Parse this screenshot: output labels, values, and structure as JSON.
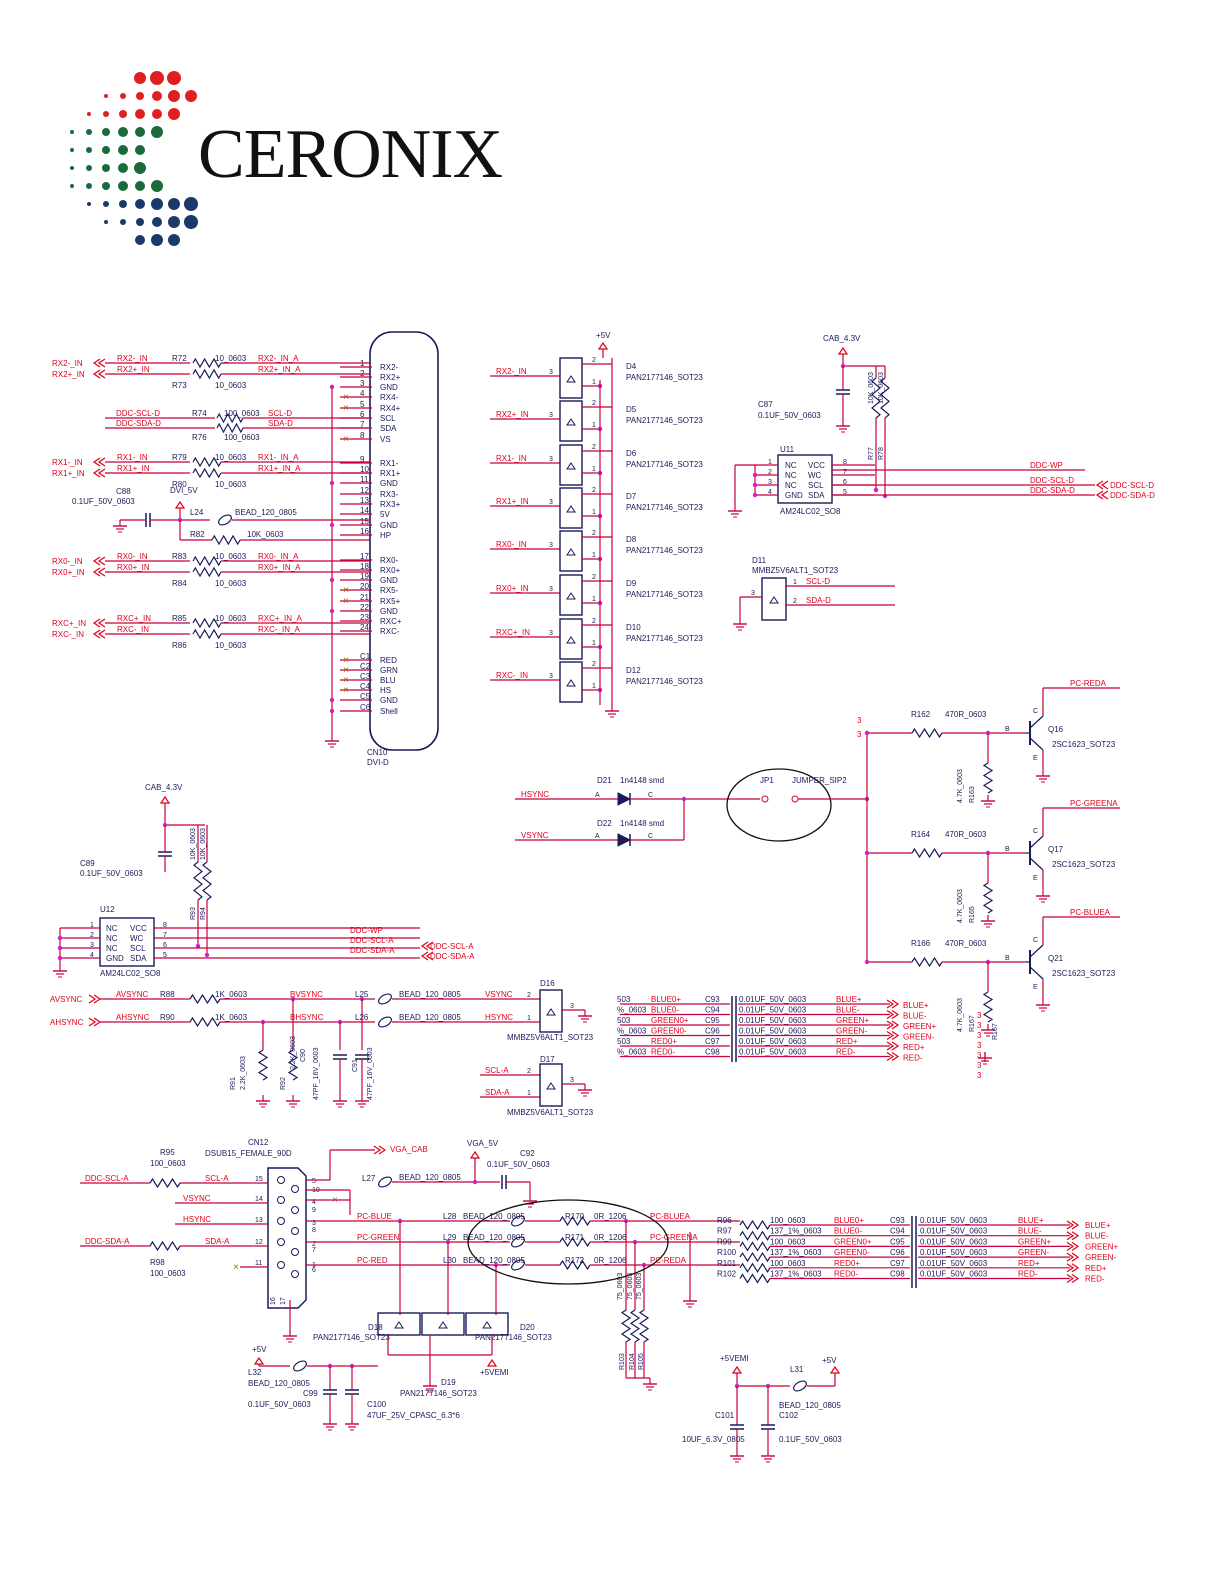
{
  "logo": {
    "brand": "CERONIX"
  },
  "dvi": {
    "ref": "CN10",
    "part": "DVI-D",
    "pins": [
      {
        "n": "1",
        "s": "RX2-"
      },
      {
        "n": "2",
        "s": "RX2+"
      },
      {
        "n": "3",
        "s": "GND"
      },
      {
        "n": "4",
        "s": "RX4-"
      },
      {
        "n": "5",
        "s": "RX4+"
      },
      {
        "n": "6",
        "s": "SCL"
      },
      {
        "n": "7",
        "s": "SDA"
      },
      {
        "n": "8",
        "s": "VS"
      },
      {
        "n": "9",
        "s": "RX1-"
      },
      {
        "n": "10",
        "s": "RX1+"
      },
      {
        "n": "11",
        "s": "GND"
      },
      {
        "n": "12",
        "s": "RX3-"
      },
      {
        "n": "13",
        "s": "RX3+"
      },
      {
        "n": "14",
        "s": "5V"
      },
      {
        "n": "15",
        "s": "GND"
      },
      {
        "n": "16",
        "s": "HP"
      },
      {
        "n": "17",
        "s": "RX0-"
      },
      {
        "n": "18",
        "s": "RX0+"
      },
      {
        "n": "19",
        "s": "GND"
      },
      {
        "n": "20",
        "s": "RX5-"
      },
      {
        "n": "21",
        "s": "RX5+"
      },
      {
        "n": "22",
        "s": "GND"
      },
      {
        "n": "23",
        "s": "RXC+"
      },
      {
        "n": "24",
        "s": "RXC-"
      },
      {
        "n": "C1",
        "s": "RED"
      },
      {
        "n": "C2",
        "s": "GRN"
      },
      {
        "n": "C3",
        "s": "BLU"
      },
      {
        "n": "C4",
        "s": "HS"
      },
      {
        "n": "C5",
        "s": "GND"
      },
      {
        "n": "C6",
        "s": "Shell"
      }
    ]
  },
  "dvi_inputs": [
    {
      "in": "RX2-_IN",
      "net": "RX2-_IN",
      "r": "R72",
      "v": "10_0603",
      "out": "RX2-_IN_A"
    },
    {
      "in": "RX2+_IN",
      "net": "RX2+_IN",
      "r": "R73",
      "v": "10_0603",
      "out": "RX2+_IN_A"
    },
    {
      "in": "RX1-_IN",
      "net": "RX1-_IN",
      "r": "R79",
      "v": "10_0603",
      "out": "RX1-_IN_A"
    },
    {
      "in": "RX1+_IN",
      "net": "RX1+_IN",
      "r": "R80",
      "v": "10_0603",
      "out": "RX1+_IN_A"
    },
    {
      "in": "RX0-_IN",
      "net": "RX0-_IN",
      "r": "R83",
      "v": "10_0603",
      "out": "RX0-_IN_A"
    },
    {
      "in": "RX0+_IN",
      "net": "RX0+_IN",
      "r": "R84",
      "v": "10_0603",
      "out": "RX0+_IN_A"
    },
    {
      "in": "RXC+_IN",
      "net": "RXC+_IN",
      "r": "R85",
      "v": "10_0603",
      "out": "RXC+_IN_A"
    },
    {
      "in": "RXC-_IN",
      "net": "RXC-_IN",
      "r": "R86",
      "v": "10_0603",
      "out": "RXC-_IN_A"
    }
  ],
  "dvi_ddc": [
    {
      "net": "DDC-SCL-D",
      "r": "R74",
      "v": "100_0603",
      "out": "SCL-D"
    },
    {
      "net": "DDC-SDA-D",
      "r": "R76",
      "v": "100_0603",
      "out": "SDA-D"
    }
  ],
  "dvi_misc": {
    "c88": "C88",
    "c88v": "0.1UF_50V_0603",
    "dvi5v": "DVI_5V",
    "l24": "L24",
    "l24v": "BEAD_120_0805",
    "r82": "R82",
    "r82v": "10K_0603"
  },
  "esd": [
    {
      "net": "RX2-_IN",
      "d": "D4",
      "p": "PAN2177146_SOT23"
    },
    {
      "net": "RX2+_IN",
      "d": "D5",
      "p": "PAN2177146_SOT23"
    },
    {
      "net": "RX1-_IN",
      "d": "D6",
      "p": "PAN2177146_SOT23"
    },
    {
      "net": "RX1+_IN",
      "d": "D7",
      "p": "PAN2177146_SOT23"
    },
    {
      "net": "RX0-_IN",
      "d": "D8",
      "p": "PAN2177146_SOT23"
    },
    {
      "net": "RX0+_IN",
      "d": "D9",
      "p": "PAN2177146_SOT23"
    },
    {
      "net": "RXC+_IN",
      "d": "D10",
      "p": "PAN2177146_SOT23"
    },
    {
      "net": "RXC-_IN",
      "d": "D12",
      "p": "PAN2177146_SOT23"
    }
  ],
  "esd_misc": {
    "vcc": "+5V"
  },
  "u11": {
    "ref": "U11",
    "part": "AM24LC02_SO8",
    "cab": "CAB_4.3V",
    "c": "C87",
    "cv": "0.1UF_50V_0603",
    "r1": "R77",
    "r2": "R78",
    "rv": "10K_0603",
    "lp": [
      "NC",
      "NC",
      "NC",
      "GND"
    ],
    "rp": [
      "VCC",
      "WC",
      "SCL",
      "SDA"
    ],
    "nets": [
      "DDC-WP",
      "DDC-SCL-D",
      "DDC-SDA-D"
    ],
    "outs": [
      "DDC-SCL-D",
      "DDC-SDA-D"
    ]
  },
  "d11": {
    "ref": "D11",
    "part": "MMBZ5V6ALT1_SOT23",
    "n1": "SCL-D",
    "n2": "SDA-D"
  },
  "u12": {
    "ref": "U12",
    "part": "AM24LC02_SO8",
    "cab": "CAB_4.3V",
    "c": "C89",
    "cv": "0.1UF_50V_0603",
    "r1": "R93",
    "r2": "R94",
    "rv": "10K_0603",
    "lp": [
      "NC",
      "NC",
      "NC",
      "GND"
    ],
    "rp": [
      "VCC",
      "WC",
      "SCL",
      "SDA"
    ],
    "nets": [
      "DDC-WP",
      "DDC-SCL-A",
      "DDC-SDA-A"
    ],
    "outs": [
      "DDC-SCL-A",
      "DDC-SDA-A"
    ]
  },
  "sync": {
    "hsync": "HSYNC",
    "vsync": "VSYNC",
    "d21": "D21",
    "d21p": "1n4148 smd",
    "d22": "D22",
    "d22p": "1n4148 smd",
    "jp": "JP1",
    "jpp": "JUMPER_SIP2",
    "a": "A",
    "c": "C"
  },
  "transistors": [
    {
      "net": "PC-REDA",
      "r": "R162",
      "v": "470R_0603",
      "q": "Q16",
      "qp": "2SC1623_SOT23",
      "rr": "R163",
      "rrv": "4.7K_0603"
    },
    {
      "net": "PC-GREENA",
      "r": "R164",
      "v": "470R_0603",
      "q": "Q17",
      "qp": "2SC1623_SOT23",
      "rr": "R165",
      "rrv": "4.7K_0603"
    },
    {
      "net": "PC-BLUEA",
      "r": "R166",
      "v": "470R_0603",
      "q": "Q21",
      "qp": "2SC1623_SOT23",
      "rr": "R167",
      "rrv": "4.7K_0603"
    }
  ],
  "avsync": {
    "av": "AVSYNC",
    "ah": "AHSYNC",
    "r88": "R88",
    "r90": "R90",
    "rv": "1K_0603",
    "bv": "BVSYNC",
    "bh": "BHSYNC",
    "l25": "L25",
    "l26": "L26",
    "lv": "BEAD_120_0805",
    "vs": "VSYNC",
    "hs": "HSYNC",
    "d16": "D16",
    "d16p": "MMBZ5V6ALT1_SOT23",
    "d17": "D17",
    "d17p": "MMBZ5V6ALT1_SOT23",
    "scla": "SCL-A",
    "sdaa": "SDA-A",
    "r91": "R91",
    "r91v": "2.2K_0603",
    "r92": "R92",
    "r92v": "2.2K_0603",
    "c90": "C90",
    "c90v": "47PF_16V_0603",
    "c91": "C91",
    "c91v": "47PF_16V_0603"
  },
  "mid_caps": [
    {
      "r": "503",
      "n": "BLUE0+",
      "c": "C93",
      "v": "0.01UF_50V_0603",
      "o": "BLUE+"
    },
    {
      "r": "%_0603",
      "n": "BLUE0-",
      "c": "C94",
      "v": "0.01UF_50V_0603",
      "o": "BLUE-"
    },
    {
      "r": "503",
      "n": "GREEN0+",
      "c": "C95",
      "v": "0.01UF_50V_0603",
      "o": "GREEN+"
    },
    {
      "r": "%_0603",
      "n": "GREEN0-",
      "c": "C96",
      "v": "0.01UF_50V_0603",
      "o": "GREEN-"
    },
    {
      "r": "503",
      "n": "RED0+",
      "c": "C97",
      "v": "0.01UF_50V_0603",
      "o": "RED+"
    },
    {
      "r": "%_0603",
      "n": "RED0-",
      "c": "C98",
      "v": "0.01UF_50V_0603",
      "o": "RED-"
    }
  ],
  "mid_outs": [
    "BLUE+",
    "BLUE-",
    "GREEN+",
    "GREEN-",
    "RED+",
    "RED-"
  ],
  "dsub": {
    "ref": "CN12",
    "part": "DSUB15_FEMALE_90D",
    "vgacab": "VGA_CAB",
    "vga5v": "VGA_5V",
    "c92": "C92",
    "c92v": "0.1UF_50V_0603",
    "l27": "L27",
    "l27v": "BEAD_120_0805",
    "r95": "R95",
    "r95v": "100_0603",
    "r98": "R98",
    "r98v": "100_0603",
    "scl": "DDC-SCL-A",
    "sda": "DDC-SDA-A",
    "scla": "SCL-A",
    "sdaa": "SDA-A",
    "vsync": "VSYNC",
    "hsync": "HSYNC",
    "pins": [
      "15",
      "10",
      "14",
      "9",
      "13",
      "8",
      "12",
      "7",
      "11",
      "6",
      "5",
      "4",
      "3",
      "2",
      "1",
      "16",
      "17"
    ]
  },
  "rgb_in": [
    {
      "net": "PC-BLUE",
      "l": "L28",
      "r": "R170",
      "v": "0R_1206",
      "o": "PC-BLUEA"
    },
    {
      "net": "PC-GREEN",
      "l": "L29",
      "r": "R171",
      "v": "0R_1206",
      "o": "PC-GREENA"
    },
    {
      "net": "PC-RED",
      "l": "L30",
      "r": "R172",
      "v": "0R_1206",
      "o": "PC-REDA"
    }
  ],
  "rgb_bead": "BEAD_120_0805",
  "bottom_caps": [
    {
      "r": "R96",
      "rv": "100_0603",
      "n": "BLUE0+",
      "c": "C93",
      "v": "0.01UF_50V_0603",
      "o": "BLUE+"
    },
    {
      "r": "R97",
      "rv": "137_1%_0603",
      "n": "BLUE0-",
      "c": "C94",
      "v": "0.01UF_50V_0603",
      "o": "BLUE-"
    },
    {
      "r": "R99",
      "rv": "100_0603",
      "n": "GREEN0+",
      "c": "C95",
      "v": "0.01UF_50V_0603",
      "o": "GREEN+"
    },
    {
      "r": "R100",
      "rv": "137_1%_0603",
      "n": "GREEN0-",
      "c": "C96",
      "v": "0.01UF_50V_0603",
      "o": "GREEN-"
    },
    {
      "r": "R101",
      "rv": "100_0603",
      "n": "RED0+",
      "c": "C97",
      "v": "0.01UF_50V_0603",
      "o": "RED+"
    },
    {
      "r": "R102",
      "rv": "137_1%_0603",
      "n": "RED0-",
      "c": "C98",
      "v": "0.01UF_50V_0603",
      "o": "RED-"
    }
  ],
  "bottom_outs": [
    "BLUE+",
    "BLUE-",
    "GREEN+",
    "GREEN-",
    "RED+",
    "RED-"
  ],
  "term": {
    "r103": "R103",
    "r104": "R104",
    "r105": "R105",
    "v": "75_0603"
  },
  "esd2": {
    "d18": "D18",
    "d19": "D19",
    "d20": "D20",
    "p": "PAN2177146_SOT23",
    "p5": "+5VEMI"
  },
  "pwr": {
    "v5": "+5V",
    "l32": "L32",
    "l32v": "BEAD_120_0805",
    "c99": "C99",
    "c99v": "0.1UF_50V_0603",
    "c100": "C100",
    "c100v": "47UF_25V_CPASC_6.3*6",
    "v5emi": "+5VEMI",
    "l31": "L31",
    "l31v": "BEAD_120_0805",
    "c101": "C101",
    "c101v": "10UF_6.3V_0805",
    "c102": "C102",
    "c102v": "0.1UF_50V_0603"
  },
  "colors": {
    "wire": "#c8003c",
    "net": "#e0001a",
    "text": "#1a1a5a",
    "junction": "#d020c8",
    "frame": "#1a1a5a"
  }
}
